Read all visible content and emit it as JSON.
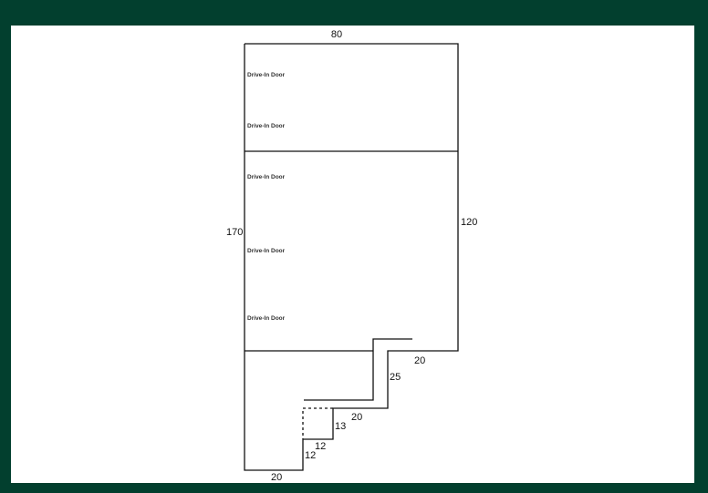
{
  "diagram": {
    "background_color": "#023f2e",
    "line_color": "#111111",
    "dimensions": {
      "top_width": "80",
      "left_height": "170",
      "right_height": "120",
      "step_right_20": "20",
      "step_25": "25",
      "step_mid_20": "20",
      "step_13": "13",
      "step_12_horizontal": "12",
      "step_12_vertical": "12",
      "bottom_width": "20"
    },
    "doors": [
      {
        "label": "Drive-In Door"
      },
      {
        "label": "Drive-In Door"
      },
      {
        "label": "Drive-In Door"
      },
      {
        "label": "Drive-In Door"
      },
      {
        "label": "Drive-In Door"
      }
    ]
  }
}
